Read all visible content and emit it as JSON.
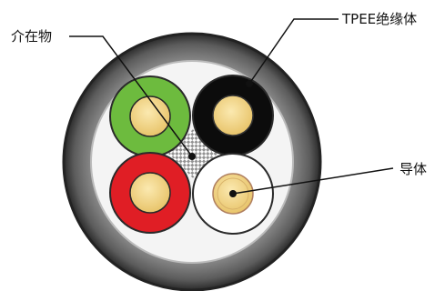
{
  "labels": {
    "filler": "介在物",
    "insulation": "TPEE绝缘体",
    "conductor": "导体"
  },
  "colors": {
    "jacket_outer": "#2b2b2b",
    "jacket_mid": "#6e6e6e",
    "inner_fill": "#f4f4f4",
    "core_green": "#6dbb3e",
    "core_black": "#0c0c0c",
    "core_red": "#e01e25",
    "core_white": "#ffffff",
    "conductor": "#f3d88c",
    "leader": "#111111"
  }
}
